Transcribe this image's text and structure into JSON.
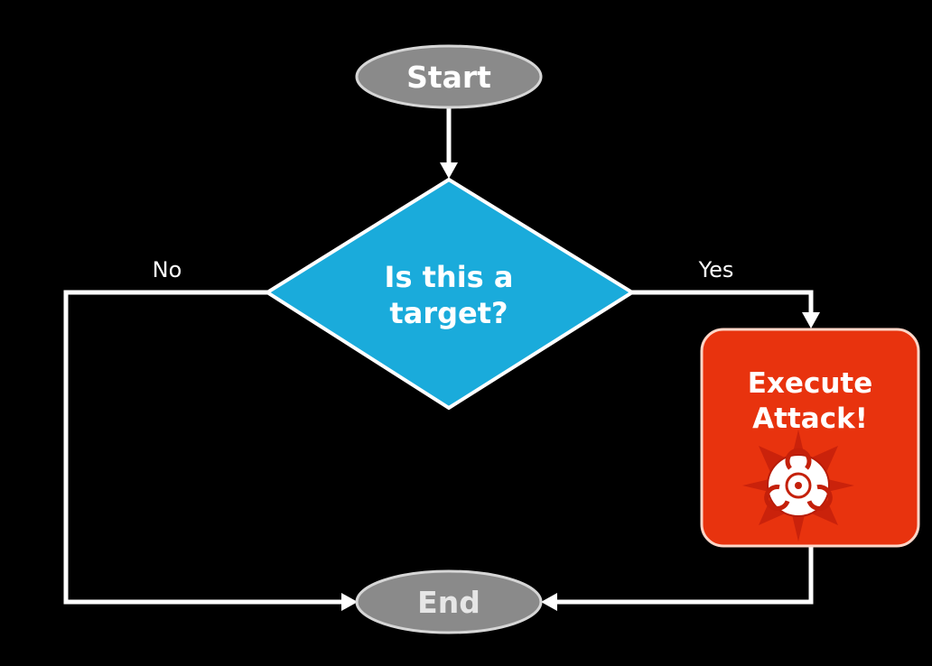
{
  "colors": {
    "background": "#000000",
    "terminal_fill": "#8a8a8a",
    "terminal_stroke": "#d6d6d6",
    "decision_fill": "#1aabdb",
    "decision_stroke": "#ffffff",
    "process_fill": "#e8330e",
    "process_stroke": "#ffd6c8",
    "connector": "#ffffff",
    "end_text": "#e6e6e6"
  },
  "nodes": {
    "start": {
      "label": "Start",
      "shape": "terminal"
    },
    "decision": {
      "label_line1": "Is this a",
      "label_line2": "target?",
      "shape": "decision"
    },
    "process": {
      "label_line1": "Execute",
      "label_line2": "Attack!",
      "shape": "process",
      "icon": "biohazard-icon"
    },
    "end": {
      "label": "End",
      "shape": "terminal"
    }
  },
  "edges": {
    "no_label": "No",
    "yes_label": "Yes"
  }
}
